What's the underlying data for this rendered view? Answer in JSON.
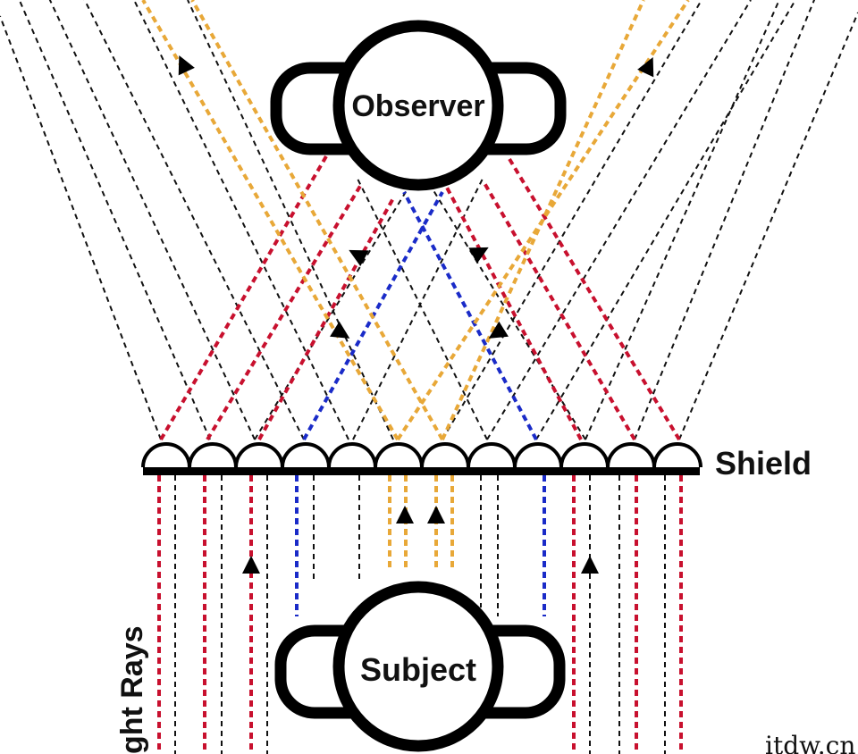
{
  "labels": {
    "observer": "Observer",
    "subject": "Subject",
    "shield": "Shield",
    "side_label": "ght Rays",
    "watermark": "itdw.cn"
  },
  "colors": {
    "background": "#ffffff",
    "outline": "#000000",
    "ray_black": "#111111",
    "ray_red": "#c8102e",
    "ray_orange": "#e8a838",
    "ray_blue": "#1a2bc8"
  },
  "icons": {
    "arrow": "filled-triangle-arrowhead",
    "head": "circle-with-ear-cups"
  }
}
